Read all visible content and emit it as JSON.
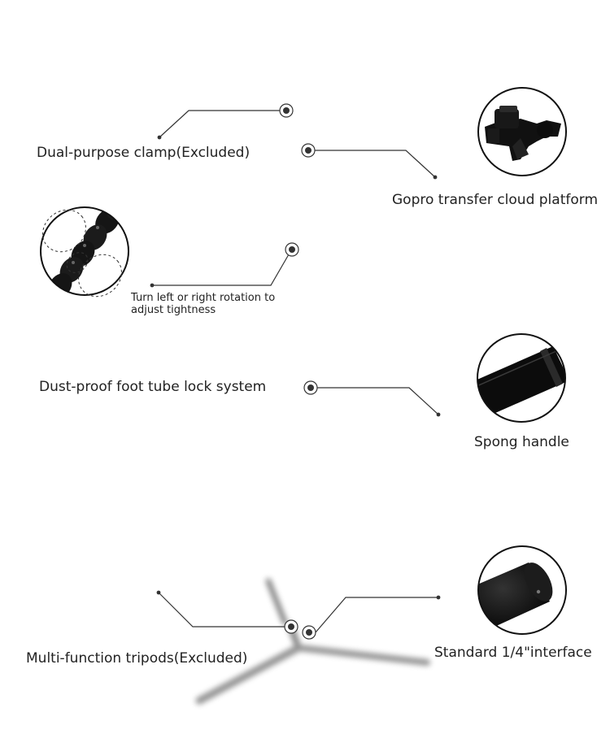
{
  "callouts": {
    "dual_purpose_clamp": "Dual-purpose clamp(Excluded)",
    "gopro_platform": "Gopro transfer cloud platform",
    "turn_rotation_line1": "Turn left or right rotation to",
    "turn_rotation_line2": "adjust tightness",
    "dust_proof_lock": "Dust-proof foot tube lock system",
    "spong_handle": "Spong handle",
    "multi_function_tripods": "Multi-function tripods(Excluded)",
    "standard_interface": "Standard 1/4\"interface"
  },
  "colors": {
    "background": "#ffffff",
    "text": "#222222",
    "lines": "#333333",
    "product": "#111111"
  }
}
